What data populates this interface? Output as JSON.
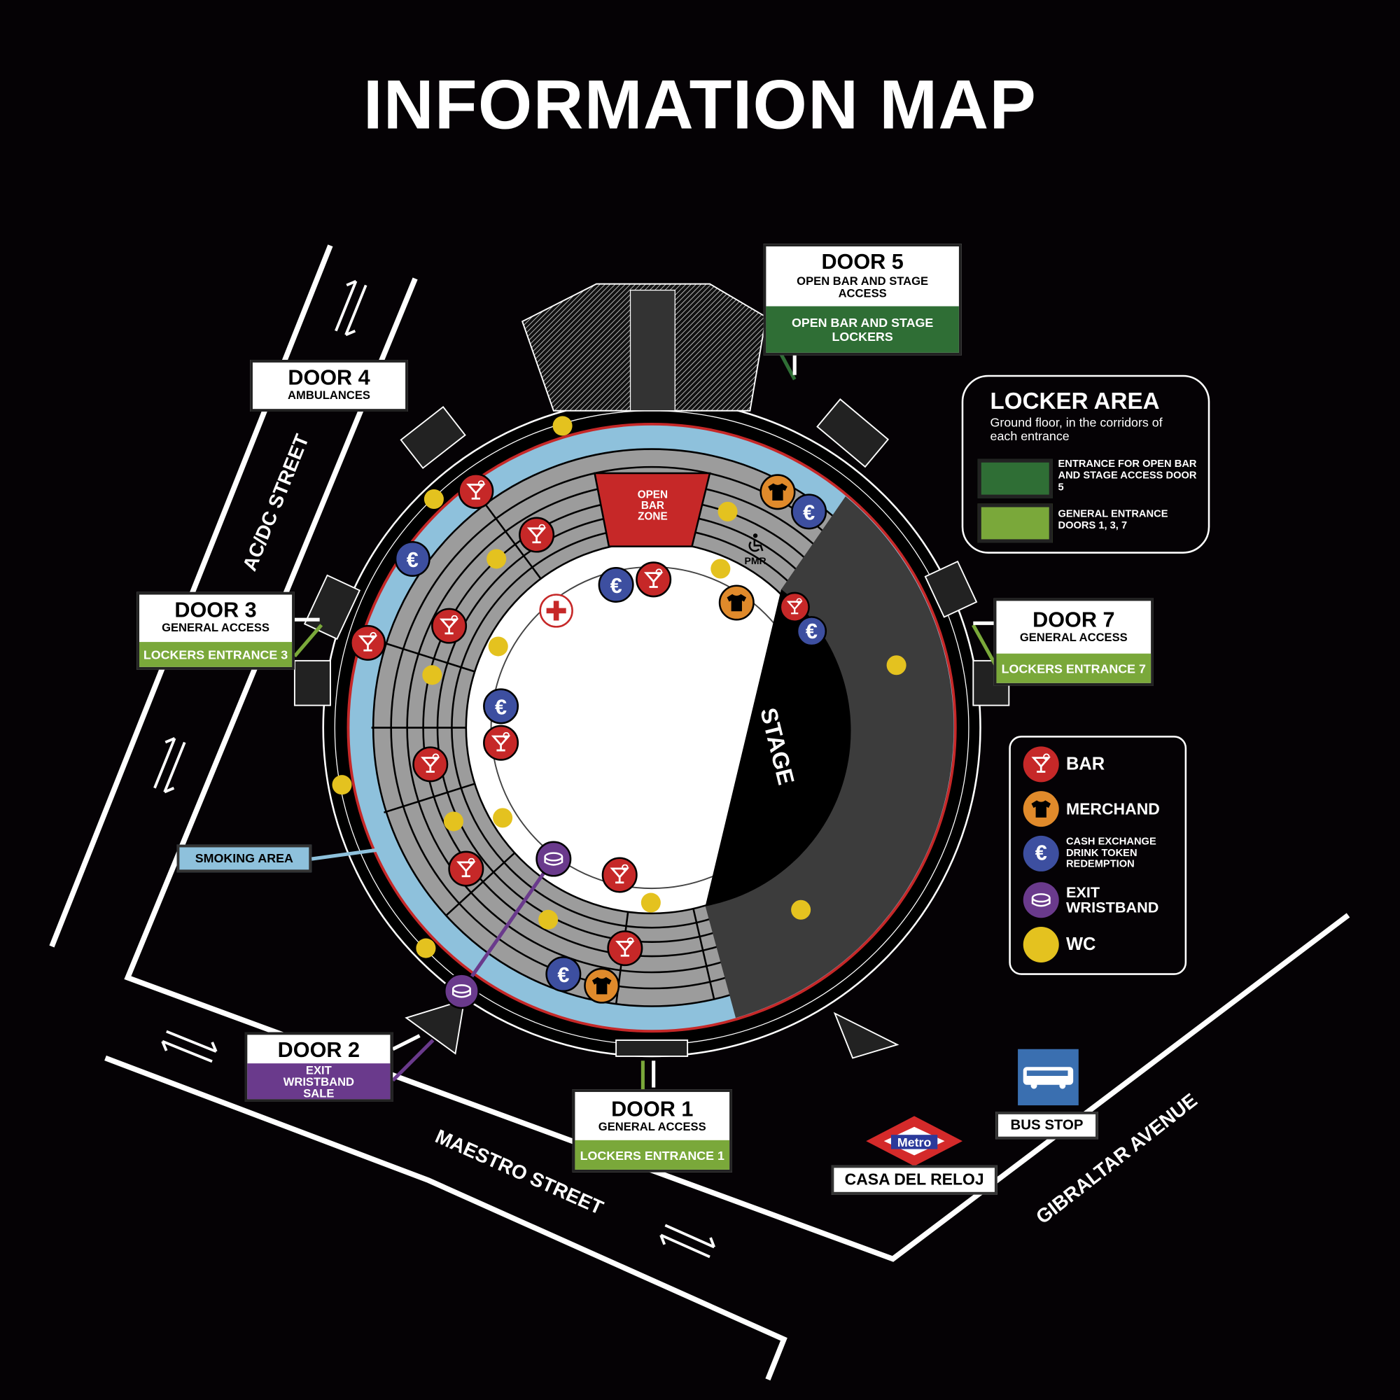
{
  "title": "INFORMATION MAP",
  "doors": {
    "door5": {
      "title": "DOOR 5",
      "subtitle": "OPEN BAR AND STAGE ACCESS",
      "band": "OPEN BAR AND STAGE LOCKERS"
    },
    "door4": {
      "title": "DOOR 4",
      "subtitle": "AMBULANCES"
    },
    "door3": {
      "title": "DOOR 3",
      "subtitle": "GENERAL ACCESS",
      "band": "LOCKERS ENTRANCE 3"
    },
    "door7": {
      "title": "DOOR 7",
      "subtitle": "GENERAL ACCESS",
      "band": "LOCKERS ENTRANCE 7"
    },
    "door2": {
      "title": "DOOR 2",
      "band": "EXIT WRISTBAND SALE"
    },
    "door1": {
      "title": "DOOR 1",
      "subtitle": "GENERAL ACCESS",
      "band": "LOCKERS ENTRANCE 1"
    }
  },
  "locker_area": {
    "title": "LOCKER AREA",
    "description": "Ground floor, in the corridors of each entrance",
    "items": [
      {
        "label": "ENTRANCE FOR OPEN BAR AND STAGE ACCESS DOOR 5",
        "color": "#2f6e35"
      },
      {
        "label": "GENERAL ENTRANCE DOORS 1, 3, 7",
        "color": "#7aa83a"
      }
    ]
  },
  "legend": {
    "items": [
      {
        "label": "BAR",
        "icon": "cocktail-icon",
        "color": "#c62828"
      },
      {
        "label": "MERCHAND",
        "icon": "tshirt-icon",
        "color": "#e08a2b"
      },
      {
        "label": "CASH EXCHANGE DRINK TOKEN REDEMPTION",
        "icon": "euro-icon",
        "color": "#3d4fa0"
      },
      {
        "label": "EXIT WRISTBAND",
        "icon": "wristband-icon",
        "color": "#6a3a8c"
      },
      {
        "label": "WC",
        "icon": "wc-dot-icon",
        "color": "#e4c21f"
      }
    ]
  },
  "map": {
    "open_bar_zone": "OPEN BAR ZONE",
    "stage": "STAGE",
    "pmr": "PMR",
    "smoking_area": "SMOKING AREA",
    "euro_symbol": "€"
  },
  "streets": {
    "acdc": "AC/DC STREET",
    "maestro": "MAESTRO STREET",
    "gibraltar": "GIBRALTAR AVENUE"
  },
  "transport": {
    "bus_stop": "BUS STOP",
    "metro_logo": "Metro",
    "metro_station": "CASA DEL RELOJ"
  }
}
